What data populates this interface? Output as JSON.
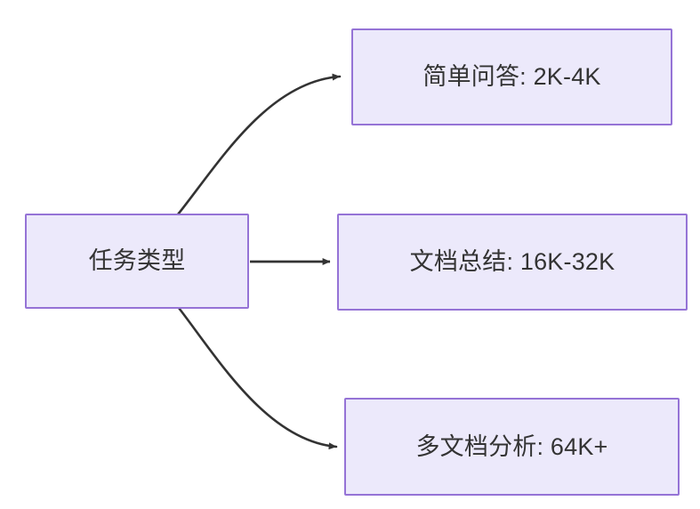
{
  "diagram": {
    "type": "flowchart",
    "direction": "left-to-right",
    "background_color": "#ffffff",
    "node_fill_color": "#ece9fb",
    "node_border_color": "#9573d6",
    "node_text_color": "#333333",
    "edge_color": "#333333",
    "nodes": [
      {
        "id": "root",
        "label": "任务类型",
        "role": "root"
      },
      {
        "id": "simple-qa",
        "label": "简单问答: 2K-4K",
        "role": "leaf"
      },
      {
        "id": "doc-summary",
        "label": "文档总结: 16K-32K",
        "role": "leaf"
      },
      {
        "id": "multi-doc",
        "label": "多文档分析: 64K+",
        "role": "leaf"
      }
    ],
    "edges": [
      {
        "id": "edge-root-simple-qa",
        "from": "root",
        "to": "simple-qa",
        "style": "curved",
        "arrow": "arrowhead"
      },
      {
        "id": "edge-root-doc-summary",
        "from": "root",
        "to": "doc-summary",
        "style": "straight",
        "arrow": "arrowhead"
      },
      {
        "id": "edge-root-multi-doc",
        "from": "root",
        "to": "multi-doc",
        "style": "curved",
        "arrow": "arrowhead"
      }
    ]
  }
}
